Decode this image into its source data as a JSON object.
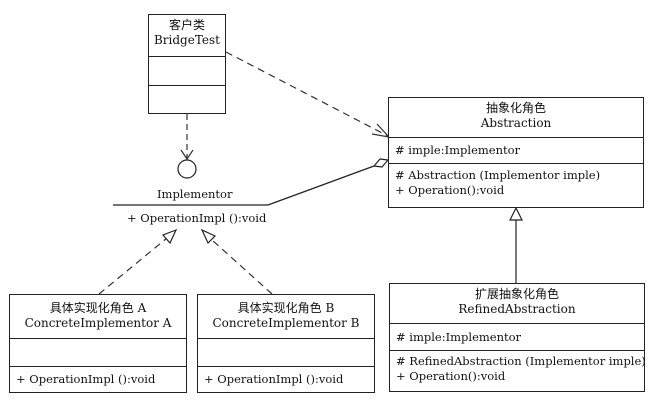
{
  "client": {
    "title_cn": "客户类",
    "title_en": "BridgeTest"
  },
  "interface": {
    "name": "Implementor",
    "operation": "+ OperationImpl ():void"
  },
  "abstraction": {
    "title_cn": "抽象化角色",
    "title_en": "Abstraction",
    "attribute": "# imple:Implementor",
    "constructor": "# Abstraction (Implementor imple)",
    "operation": "+ Operation():void"
  },
  "refined": {
    "title_cn": "扩展抽象化角色",
    "title_en": "RefinedAbstraction",
    "attribute": "# imple:Implementor",
    "constructor": "# RefinedAbstraction (Implementor imple)",
    "operation": "+ Operation():void"
  },
  "concrete_a": {
    "title_cn": "具体实现化角色 A",
    "title_en": "ConcreteImplementor A",
    "operation": "+ OperationImpl ():void"
  },
  "concrete_b": {
    "title_cn": "具体实现化角色 B",
    "title_en": "ConcreteImplementor B",
    "operation": "+ OperationImpl ():void"
  }
}
